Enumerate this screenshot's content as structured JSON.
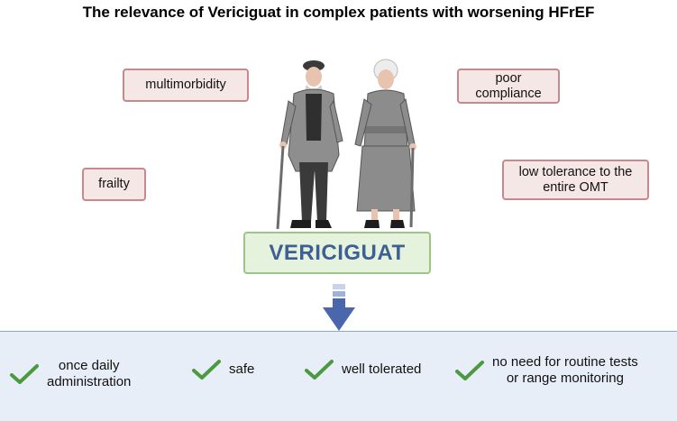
{
  "title": "The relevance of Vericiguat in complex patients with worsening HFrEF",
  "factors": [
    {
      "label": "multimorbidity"
    },
    {
      "label": "poor\ncompliance"
    },
    {
      "label": "frailty"
    },
    {
      "label": "low tolerance to the\nentire OMT"
    }
  ],
  "drug": {
    "label": "VERICIGUAT"
  },
  "benefits": [
    {
      "label": "once daily\nadministration"
    },
    {
      "label": "safe"
    },
    {
      "label": "well tolerated"
    },
    {
      "label": "no need for routine tests\nor range monitoring"
    }
  ],
  "colors": {
    "factor_fill": "#f6e7e7",
    "factor_border": "#c7898d",
    "drug_fill": "#e6f3dc",
    "drug_border": "#9cc58a",
    "drug_text": "#3d5f95",
    "arrow": "#4a66ad",
    "check": "#4c9a3f",
    "band": "#e8eef8"
  }
}
